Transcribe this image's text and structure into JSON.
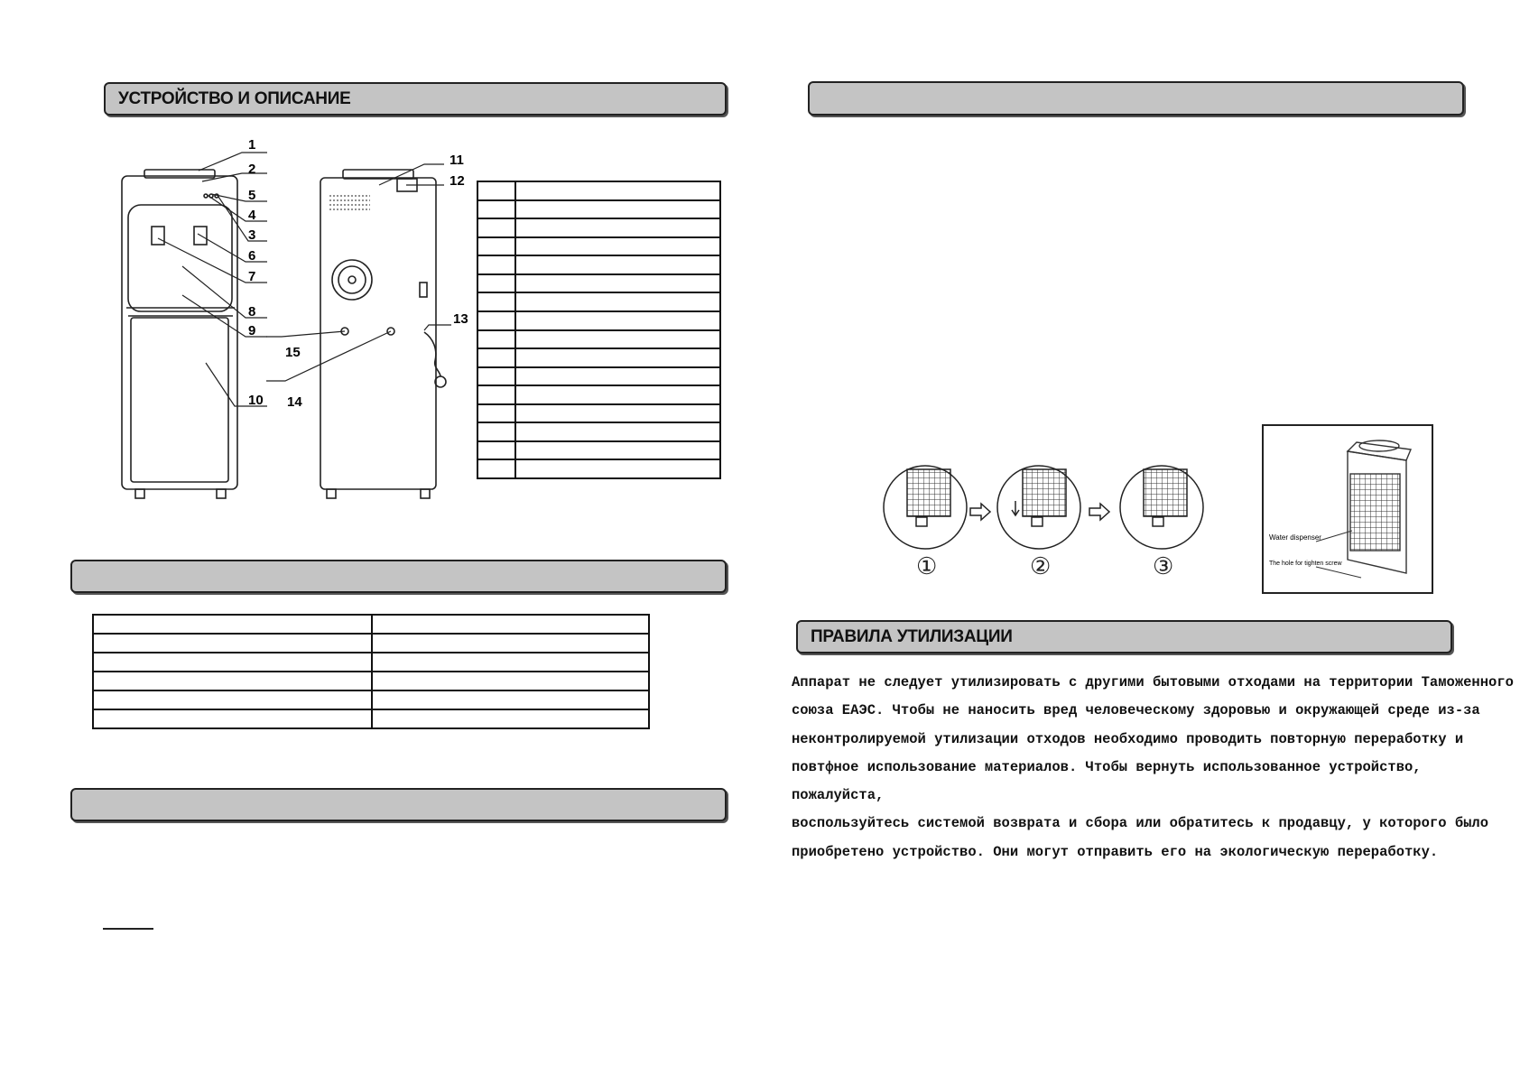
{
  "left_page": {
    "section1": {
      "title": "УСТРОЙСТВО И ОПИСАНИЕ"
    },
    "callouts_front": [
      "1",
      "2",
      "5",
      "4",
      "3",
      "6",
      "7",
      "8",
      "9",
      "10"
    ],
    "callouts_back": [
      "11",
      "12",
      "13",
      "15",
      "14"
    ],
    "parts_table": {
      "rows": 16,
      "cols": 2
    },
    "section2": {
      "title": ""
    },
    "spec_table": {
      "rows": 6,
      "cols": 2
    },
    "section3": {
      "title": ""
    }
  },
  "right_page": {
    "section_top": {
      "title": ""
    },
    "steps": [
      "①",
      "②",
      "③"
    ],
    "photo_labels": {
      "dispenser": "Water dispenser",
      "hole": "The hole for tighten screw"
    },
    "disposal": {
      "title": "ПРАВИЛА УТИЛИЗАЦИИ",
      "text": "Аппарат не следует утилизировать с другими бытовыми отходами на территории Таможенного\nсоюза ЕАЭС. Чтобы не наносить вред человеческому здоровью и окружающей среде из-за\nнеконтролируемой утилизации отходов необходимо проводить повторную переработку и\nповтфное использование материалов. Чтобы вернуть использованное устройство, пожалуйста,\nвоспользуйтесь системой возврата и сбора или обратитесь к продавцу, у которого было\nприобретено устройство. Они могут отправить его на экологическую переработку."
    }
  },
  "colors": {
    "bar_fill": "#c4c4c4",
    "line": "#111111"
  }
}
